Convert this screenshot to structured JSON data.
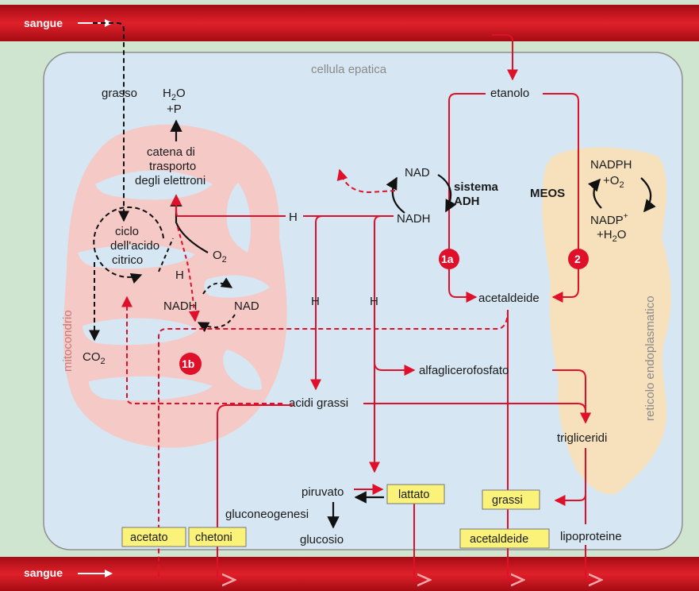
{
  "blood_top": {
    "label": "sangue"
  },
  "blood_bottom": {
    "label": "sangue"
  },
  "cell": {
    "label": "cellula epatica"
  },
  "mitochondrion": {
    "label": "mitocondrio"
  },
  "er": {
    "label": "reticolo endoplasmatico"
  },
  "mito_labels": {
    "grasso": "grasso",
    "h2o": "H",
    "h2o_sub": "2",
    "h2o_tail": "O",
    "plus_p": "+P",
    "electron_chain_1": "catena di",
    "electron_chain_2": "trasporto",
    "electron_chain_3": "degli elettroni",
    "citric_1": "ciclo",
    "citric_2": "dell'acido",
    "citric_3": "citrico",
    "o2": "O",
    "o2_sub": "2",
    "h_small": "H",
    "nadh": "NADH",
    "nad": "NAD",
    "co2": "CO",
    "co2_sub": "2"
  },
  "adh": {
    "nad": "NAD",
    "nadh": "NADH",
    "system_1": "sistema",
    "system_2": "ADH"
  },
  "meos": {
    "label": "MEOS",
    "nadph": "NADPH",
    "plus_o2": "+O",
    "plus_o2_sub": "2",
    "nadp": "NADP",
    "nadp_sup": "+",
    "plus_h2o_a": "+H",
    "plus_h2o_sub": "2",
    "plus_h2o_b": "O"
  },
  "metabolites": {
    "etanolo": "etanolo",
    "acetaldeide": "acetaldeide",
    "h_main": "H",
    "h_left": "H",
    "h_right": "H",
    "alfaglicerofosfato": "alfaglicerofosfato",
    "acidi_grassi": "acidi grassi",
    "trigliceridi": "trigliceridi",
    "piruvato": "piruvato",
    "gluconeogenesi": "gluconeogenesi",
    "glucosio": "glucosio",
    "lipoproteine": "lipoproteine"
  },
  "boxes": {
    "lattato": "lattato",
    "grassi": "grassi",
    "acetato": "acetato",
    "chetoni": "chetoni",
    "acetaldeide": "acetaldeide"
  },
  "badges": {
    "b1a": "1a",
    "b1b": "1b",
    "b2": "2"
  },
  "colors": {
    "red": "#e0102a",
    "vessel": "#c8141e",
    "cell_fill": "#d6e6f2",
    "mito_fill": "#f4c9c6",
    "er_fill": "#f7e1bd",
    "box_fill": "#fbf27a"
  }
}
